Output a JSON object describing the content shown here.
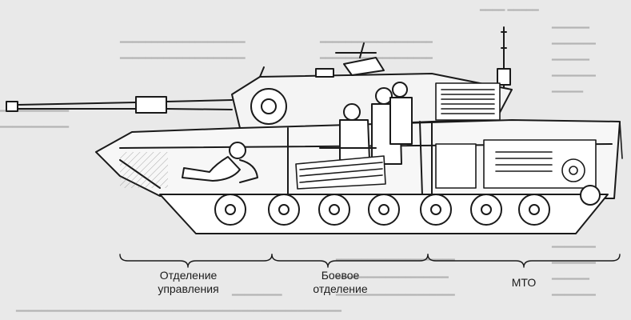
{
  "labels": {
    "driver": {
      "line1": "Отделение",
      "line2": "управления"
    },
    "fighting": {
      "line1": "Боевое",
      "line2": "отделение"
    },
    "engine": {
      "line1": "МТО"
    }
  },
  "colors": {
    "ink": "#1a1a1a",
    "paper": "#e9e9e9",
    "ghost": "#b4b4b4"
  }
}
